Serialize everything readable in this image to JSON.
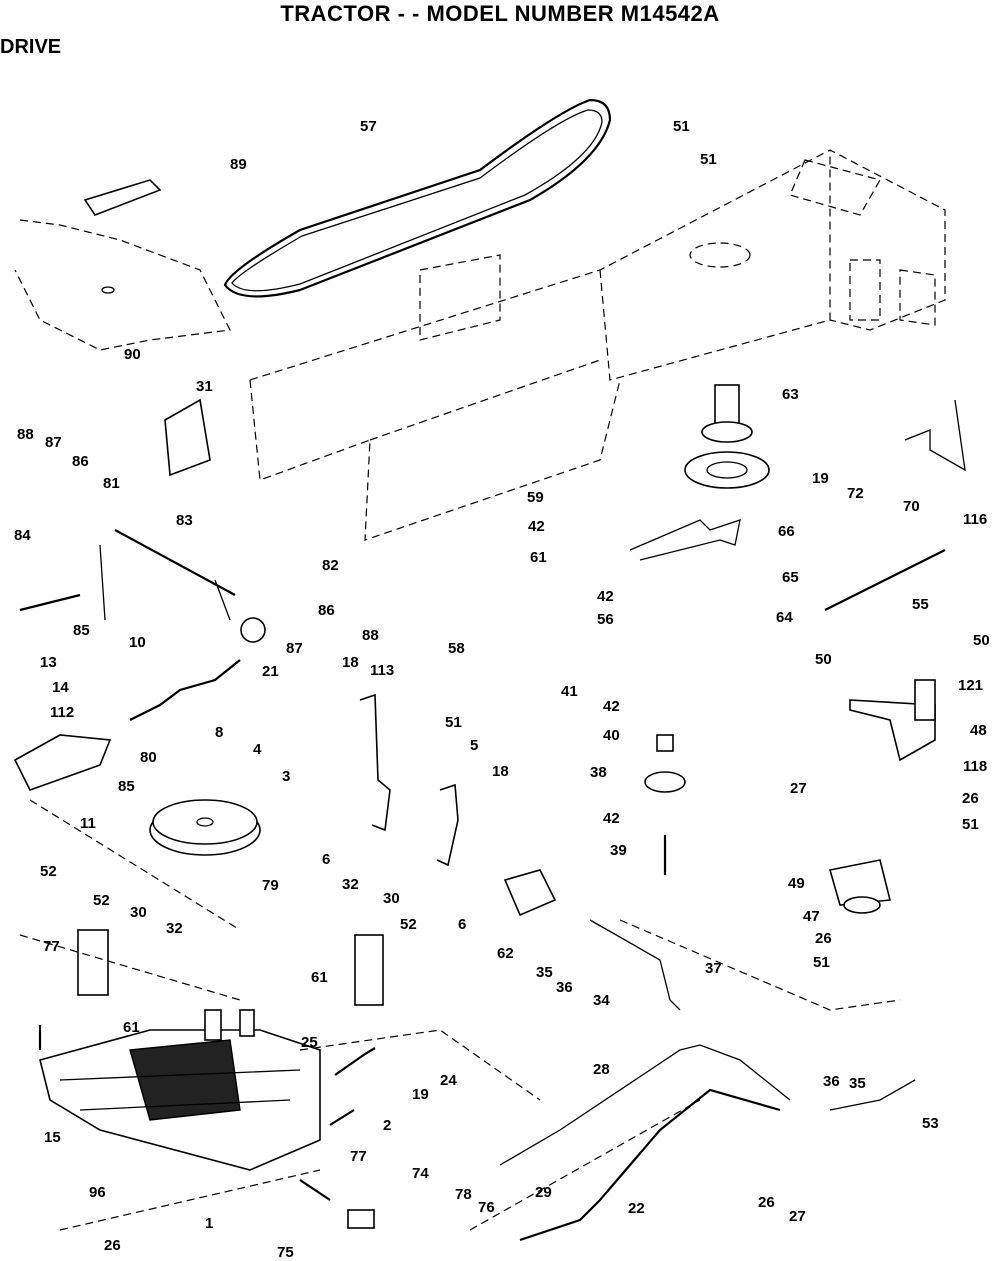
{
  "header": {
    "title": "TRACTOR - - MODEL NUMBER M14542A",
    "section": "DRIVE"
  },
  "callouts": [
    "57",
    "51",
    "51",
    "89",
    "90",
    "31",
    "63",
    "19",
    "72",
    "70",
    "116",
    "59",
    "42",
    "61",
    "66",
    "65",
    "42",
    "56",
    "64",
    "55",
    "88",
    "87",
    "86",
    "81",
    "84",
    "83",
    "82",
    "86",
    "85",
    "87",
    "88",
    "58",
    "50",
    "50",
    "121",
    "48",
    "10",
    "13",
    "14",
    "112",
    "21",
    "8",
    "80",
    "85",
    "4",
    "3",
    "18",
    "113",
    "51",
    "5",
    "18",
    "6",
    "11",
    "41",
    "42",
    "40",
    "38",
    "42",
    "39",
    "27",
    "118",
    "26",
    "51",
    "52",
    "52",
    "30",
    "32",
    "79",
    "32",
    "30",
    "52",
    "6",
    "62",
    "35",
    "36",
    "34",
    "37",
    "49",
    "47",
    "26",
    "51",
    "77",
    "61",
    "61",
    "25",
    "24",
    "19",
    "2",
    "28",
    "36",
    "35",
    "53",
    "15",
    "77",
    "96",
    "74",
    "78",
    "76",
    "26",
    "1",
    "75",
    "29",
    "22",
    "26",
    "27"
  ]
}
